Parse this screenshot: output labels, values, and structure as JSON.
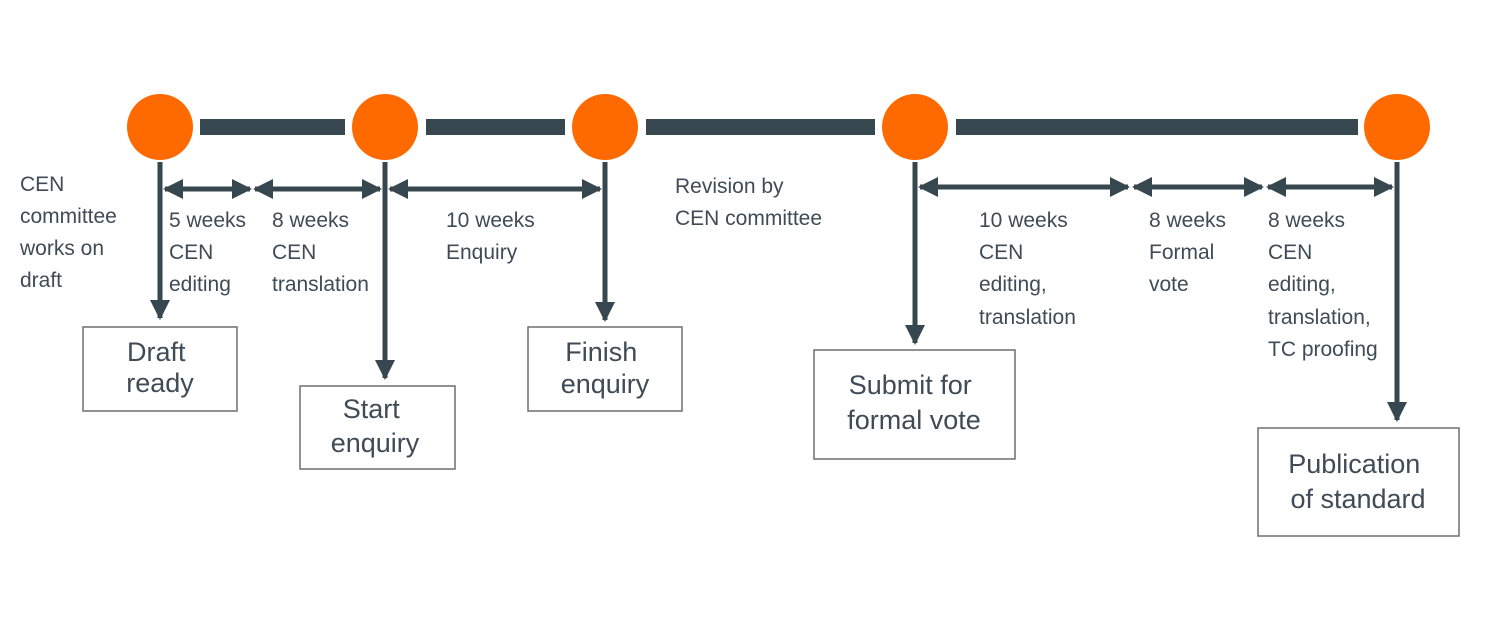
{
  "colors": {
    "node": "#ff6a00",
    "line": "#37474f",
    "text": "#3f4b55",
    "box_border": "#6e6e6e"
  },
  "side_notes": {
    "committee_drafting": [
      "CEN",
      "committee",
      "works on",
      "draft"
    ],
    "revision": [
      "Revision by",
      "CEN committee"
    ]
  },
  "durations": [
    [
      "5 weeks",
      "CEN",
      "editing"
    ],
    [
      "8 weeks",
      "CEN",
      "translation"
    ],
    [
      "10 weeks",
      "Enquiry"
    ],
    [
      "10 weeks",
      "CEN",
      "editing,",
      "translation"
    ],
    [
      "8 weeks",
      "Formal",
      "vote"
    ],
    [
      "8 weeks",
      "CEN",
      "editing,",
      "translation,",
      "TC proofing"
    ]
  ],
  "milestones": [
    [
      "Draft",
      "ready"
    ],
    [
      "Start",
      "enquiry"
    ],
    [
      "Finish",
      "enquiry"
    ],
    [
      "Submit for",
      "formal vote"
    ],
    [
      "Publication",
      "of standard"
    ]
  ]
}
